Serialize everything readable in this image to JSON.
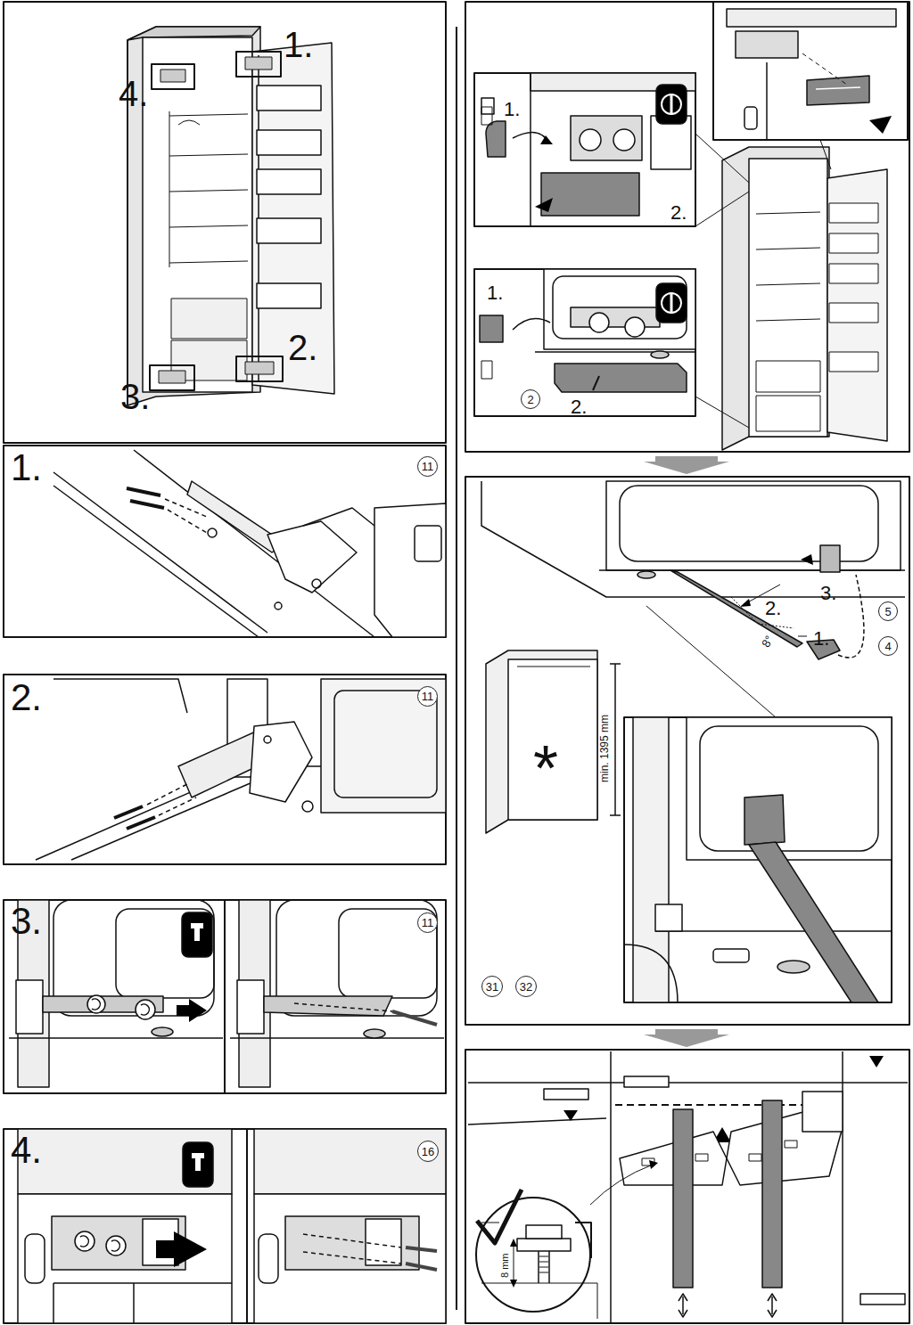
{
  "diagram": {
    "nodes": [
      {
        "text": [
          "11"
        ]
      },
      {
        "text": [
          "11"
        ]
      },
      {
        "text": [
          "11"
        ]
      },
      {
        "text": [
          "16"
        ]
      },
      {
        "text": [
          "2"
        ]
      },
      {
        "text": [
          "5"
        ]
      },
      {
        "text": [
          "4"
        ]
      },
      {
        "text": [
          "31"
        ]
      },
      {
        "text": [
          "32"
        ]
      }
    ],
    "labels": [
      "1.",
      "4.",
      "2.",
      "3.",
      "1.",
      "2.",
      "3.",
      "4.",
      "1.",
      "2.",
      "1.",
      "2.",
      "2.",
      "1.",
      "3.",
      "8°",
      "min. 1395 mm",
      "*",
      "8 mm"
    ]
  }
}
